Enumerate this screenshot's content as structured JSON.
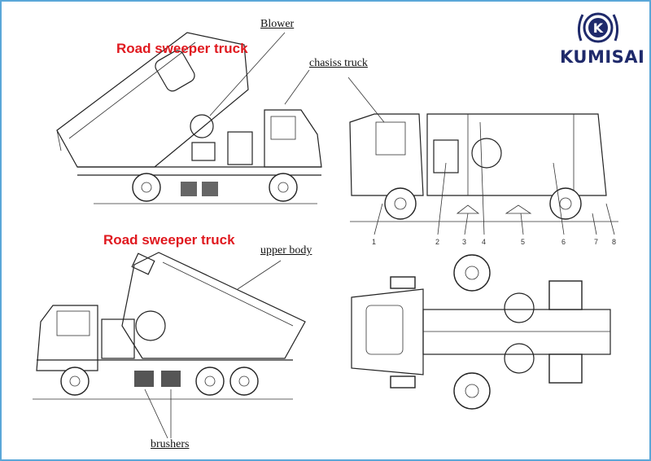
{
  "brand": {
    "name": "KUMISAI",
    "logo_letter": "K",
    "color": "#1f2a6b"
  },
  "labels": {
    "blower": "Blower",
    "chassis_truck": "chasiss truck",
    "upper_body": "upper body",
    "brushers": "brushers"
  },
  "titles": {
    "top": "Road sweeper truck",
    "bottom": "Road sweeper truck",
    "color": "#e0191f"
  },
  "part_numbers": [
    "1",
    "2",
    "3",
    "4",
    "5",
    "6",
    "7",
    "8"
  ],
  "border_color": "#5aa7d8"
}
